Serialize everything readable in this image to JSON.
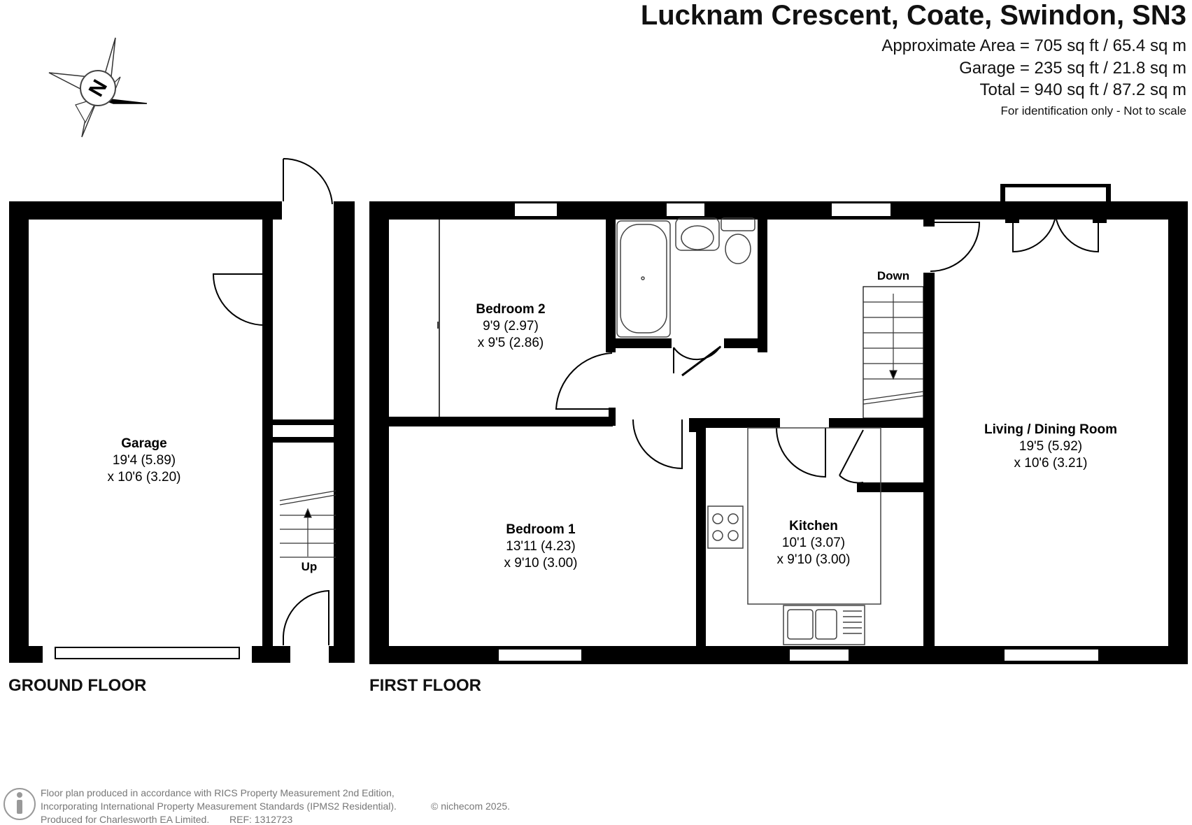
{
  "header": {
    "address": "Lucknam Crescent, Coate, Swindon, SN3",
    "approx_area": "Approximate Area = 705 sq ft / 65.4 sq m",
    "garage_area": "Garage = 235 sq ft / 21.8 sq m",
    "total_area": "Total = 940 sq ft / 87.2 sq m",
    "note": "For identification only - Not to scale"
  },
  "compass": {
    "letter": "N",
    "icon": "compass-icon"
  },
  "floors": {
    "ground": "GROUND FLOOR",
    "first": "FIRST FLOOR"
  },
  "rooms": {
    "garage": {
      "name": "Garage",
      "dim1": "19'4 (5.89)",
      "dim2": "x 10'6 (3.20)"
    },
    "bedroom2": {
      "name": "Bedroom 2",
      "dim1": "9'9 (2.97)",
      "dim2": "x 9'5 (2.86)"
    },
    "bedroom1": {
      "name": "Bedroom 1",
      "dim1": "13'11 (4.23)",
      "dim2": "x 9'10 (3.00)"
    },
    "kitchen": {
      "name": "Kitchen",
      "dim1": "10'1 (3.07)",
      "dim2": "x 9'10 (3.00)"
    },
    "living": {
      "name": "Living / Dining Room",
      "dim1": "19'5 (5.92)",
      "dim2": "x 10'6 (3.21)"
    }
  },
  "stairs": {
    "up": "Up",
    "down": "Down"
  },
  "footer": {
    "line1": "Floor plan produced in accordance with RICS Property Measurement 2nd Edition,",
    "line2": "Incorporating International Property Measurement Standards (IPMS2 Residential).",
    "copyright": "© nichecom 2025.",
    "line3": "Produced for Charlesworth EA Limited.",
    "ref": "REF: 1312723"
  },
  "colors": {
    "wall": "#000000",
    "fixture": "#555555",
    "footer_text": "#777777"
  }
}
